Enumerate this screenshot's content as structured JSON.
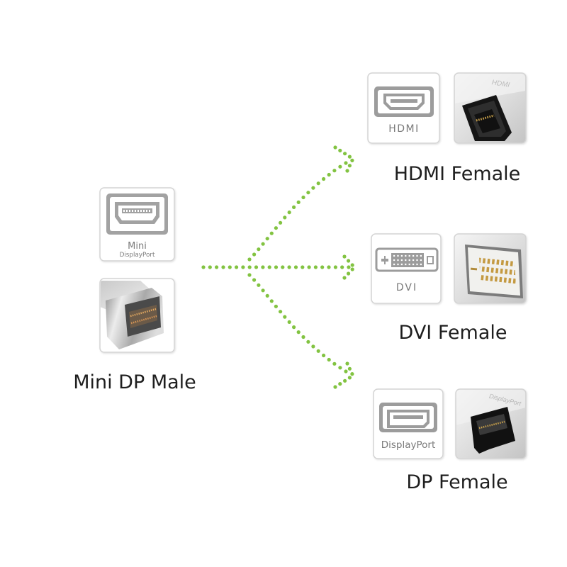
{
  "source": {
    "icon": {
      "name": "mini-displayport-icon",
      "label": "Mini",
      "sublabel": "DisplayPort"
    },
    "caption": "Mini DP Male"
  },
  "outputs": [
    {
      "icon": {
        "name": "hdmi-icon",
        "label": "HDMI"
      },
      "photo": {
        "embossed": "HDMI"
      },
      "caption": "HDMI Female"
    },
    {
      "icon": {
        "name": "dvi-icon",
        "label": "DVI"
      },
      "caption": "DVI Female"
    },
    {
      "icon": {
        "name": "displayport-icon",
        "label": "DisplayPort"
      },
      "photo": {
        "embossed": "DisplayPort"
      },
      "caption": "DP Female"
    }
  ],
  "colors": {
    "arrow": "#82c341",
    "caption_text": "#1e1e1e",
    "icon_gray": "#9c9c9c",
    "label_gray": "#7a7a7a",
    "box_border": "#d4d4d4"
  }
}
